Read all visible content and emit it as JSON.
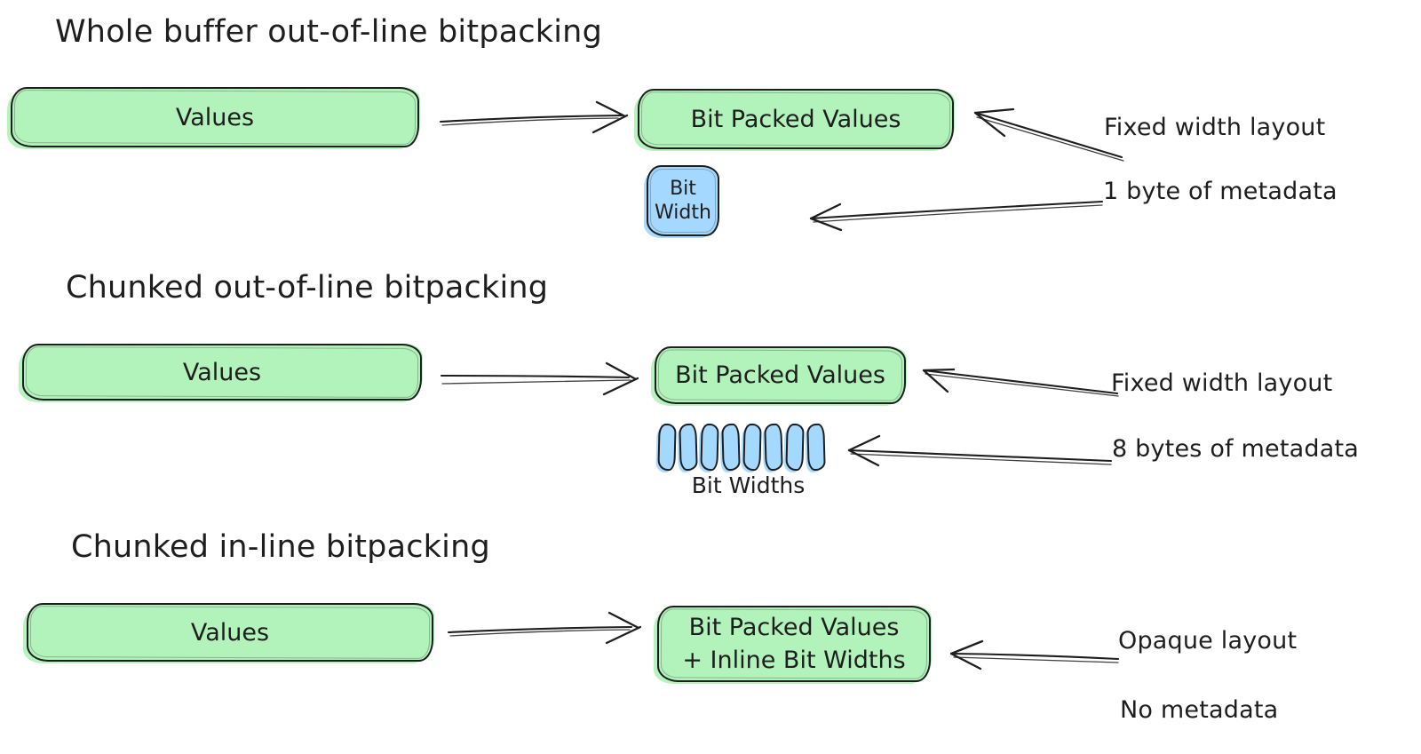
{
  "colors": {
    "box_green": "#b2f2bb",
    "box_blue": "#a5d8ff",
    "stroke": "#1e1e1e",
    "background": "#ffffff"
  },
  "sections": [
    {
      "title": "Whole buffer out-of-line bitpacking",
      "values": "Values",
      "packed": "Bit Packed Values",
      "bitwidth": "Bit Width",
      "ann1": "Fixed width layout",
      "ann2": "1 byte of metadata"
    },
    {
      "title": "Chunked out-of-line bitpacking",
      "values": "Values",
      "packed": "Bit Packed Values",
      "chunk_count": 8,
      "chunks_label": "Bit Widths",
      "ann1": "Fixed width layout",
      "ann2": "8 bytes of metadata"
    },
    {
      "title": "Chunked in-line bitpacking",
      "values": "Values",
      "packed_line1": "Bit Packed Values",
      "packed_line2": "+ Inline Bit Widths",
      "ann1": "Opaque layout",
      "ann2": "No metadata"
    }
  ]
}
